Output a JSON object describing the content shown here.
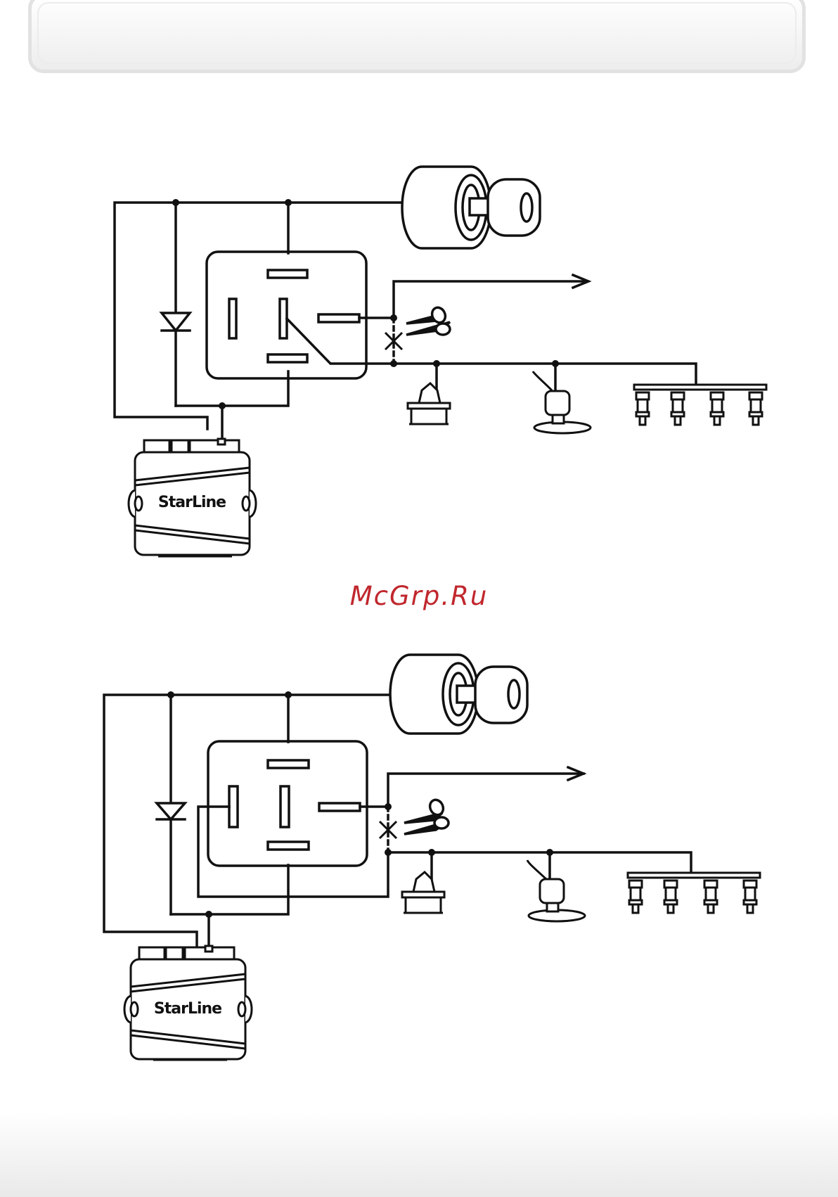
{
  "watermark": "McGrp.Ru",
  "brand": "StarLine",
  "diagrams": [
    {
      "variant": "relay-normally-closed"
    },
    {
      "variant": "relay-normally-open"
    }
  ]
}
